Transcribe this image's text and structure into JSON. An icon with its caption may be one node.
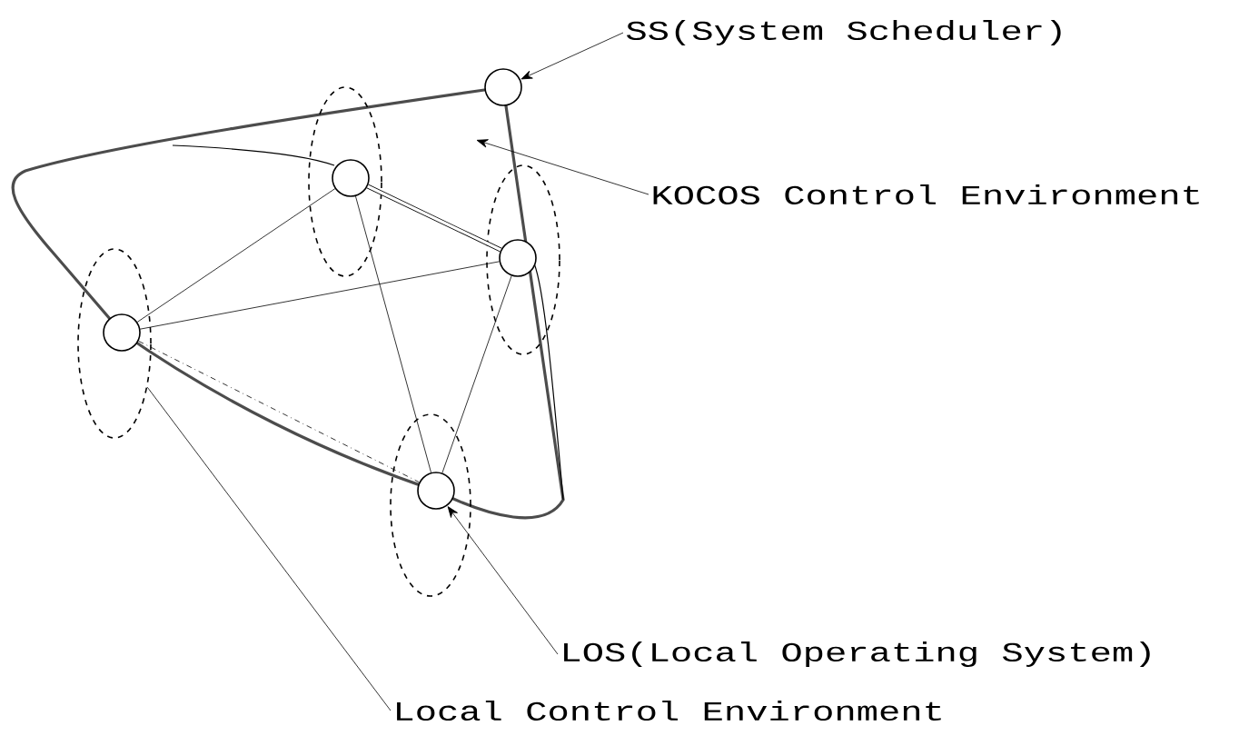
{
  "diagram": {
    "nodes": [
      {
        "text": [
          "SS(System Scheduler)"
        ]
      },
      {
        "text": [
          "KOCOS Control Environment"
        ]
      },
      {
        "text": [],
        "shape": "circle"
      },
      {
        "text": [],
        "shape": "ellipse"
      },
      {
        "text": [],
        "shape": "circle",
        "in": 3
      },
      {
        "text": [],
        "shape": "ellipse"
      },
      {
        "text": [],
        "shape": "circle",
        "in": 5
      },
      {
        "text": [],
        "shape": "ellipse"
      },
      {
        "text": [],
        "shape": "circle",
        "in": 7
      },
      {
        "text": [],
        "shape": "ellipse"
      },
      {
        "text": [],
        "shape": "circle",
        "in": 9
      },
      {
        "text": [
          "LOS(Local Operating System)"
        ]
      },
      {
        "text": [
          "Local Control Environment"
        ]
      }
    ],
    "edges": [
      {
        "from": 8,
        "to": 4,
        "arrow": "none"
      },
      {
        "from": 4,
        "to": 6,
        "arrow": "none",
        "style": "thick"
      },
      {
        "from": 4,
        "to": 10,
        "arrow": "none"
      },
      {
        "from": 8,
        "to": 6,
        "arrow": "none"
      },
      {
        "from": 6,
        "to": 10,
        "arrow": "none"
      },
      {
        "from": 8,
        "to": 10,
        "arrow": "none",
        "style": "dashed"
      },
      {
        "from": 0,
        "to": 2,
        "arrow": "to"
      },
      {
        "from": 1,
        "to": null,
        "arrow": "to"
      },
      {
        "from": 11,
        "to": 10,
        "arrow": "to"
      },
      {
        "from": 12,
        "to": 7,
        "arrow": "none"
      }
    ]
  }
}
